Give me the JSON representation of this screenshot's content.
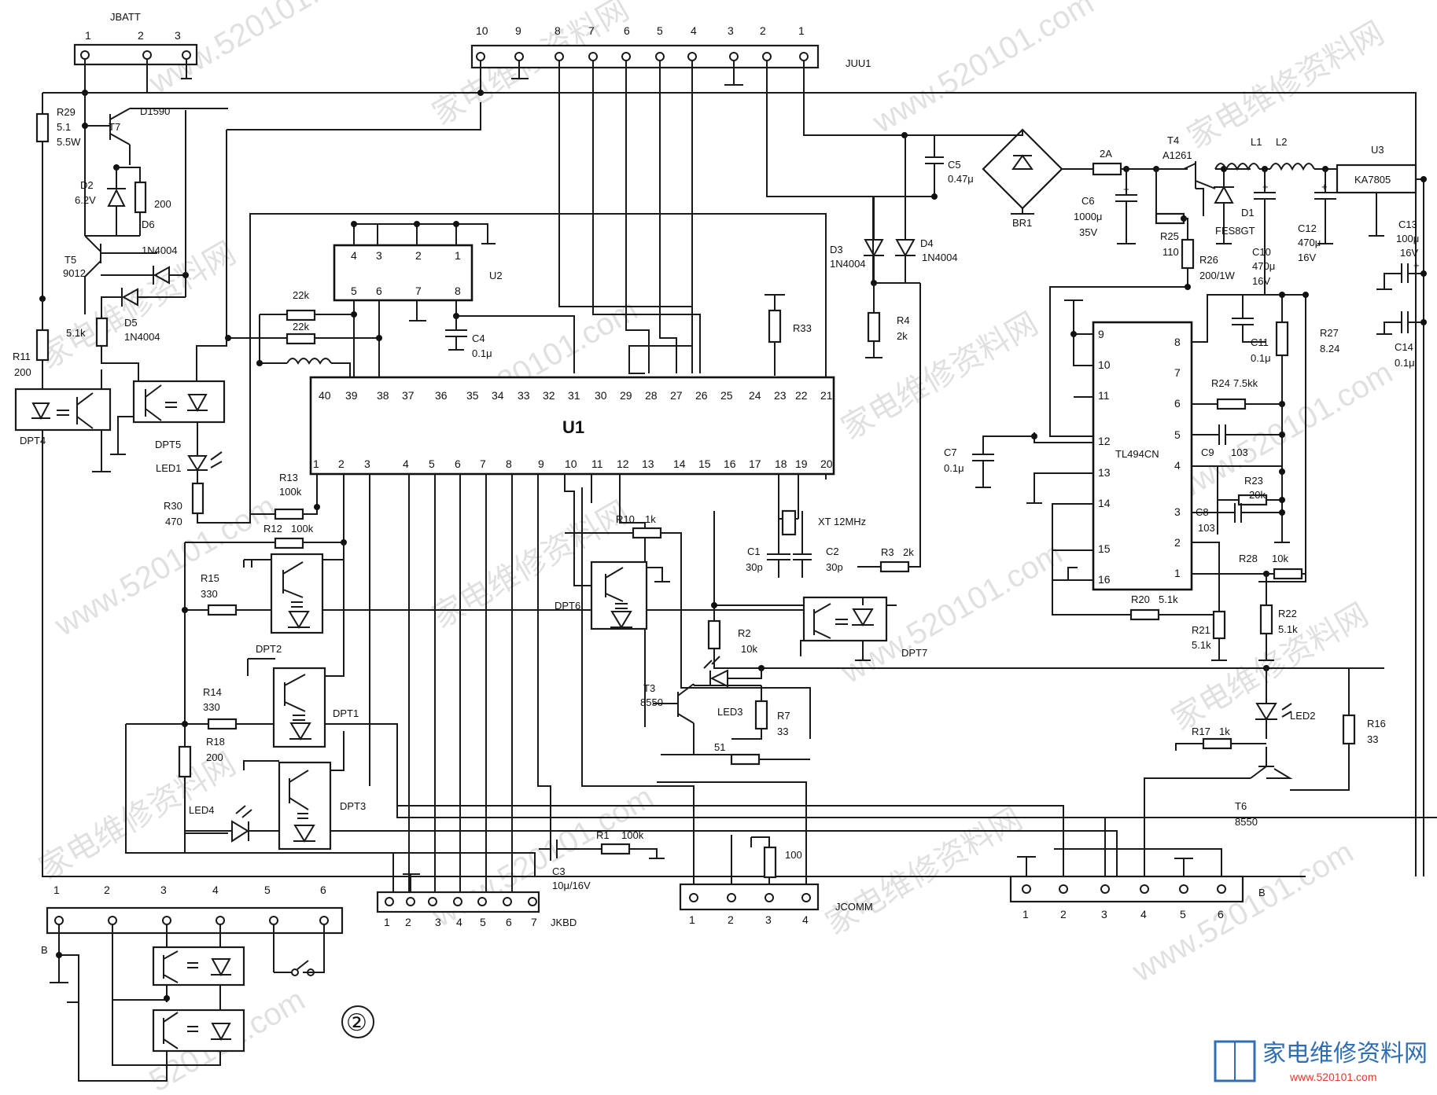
{
  "watermarks": {
    "cn": "家电维修资料网",
    "url": "www.520101.com",
    "url_short": "520101.com"
  },
  "logo": {
    "text": "家电维修资料网",
    "url": "www.520101.com"
  },
  "figure_number": "②",
  "chips": {
    "u1": {
      "name": "U1"
    },
    "u2": {
      "name": "U2"
    },
    "tl494": {
      "name": "TL494CN"
    },
    "u3": {
      "name": "U3",
      "part": "KA7805"
    }
  },
  "connectors": {
    "jbatt": {
      "name": "JBATT",
      "pins": [
        "1",
        "2",
        "3"
      ]
    },
    "juu1": {
      "name": "JUU1",
      "pins": [
        "10",
        "9",
        "8",
        "7",
        "6",
        "5",
        "4",
        "3",
        "2",
        "1"
      ]
    },
    "jkbd": {
      "name": "JKBD",
      "pins": [
        "1",
        "2",
        "3",
        "4",
        "5",
        "6",
        "7"
      ]
    },
    "jcomm": {
      "name": "JCOMM",
      "pins": [
        "1",
        "2",
        "3",
        "4"
      ]
    },
    "b_right": {
      "name": "B",
      "pins": [
        "1",
        "2",
        "3",
        "4",
        "5",
        "6"
      ]
    },
    "b_left": {
      "name": "B",
      "pins": [
        "1",
        "2",
        "3",
        "4",
        "5",
        "6"
      ]
    }
  },
  "u1_pins_top": [
    "40",
    "39",
    "38",
    "37",
    "36",
    "35",
    "34",
    "33",
    "32",
    "31",
    "30",
    "29",
    "28",
    "27",
    "26",
    "25",
    "24",
    "23",
    "22",
    "21"
  ],
  "u1_pins_bottom": [
    "1",
    "2",
    "3",
    "4",
    "5",
    "6",
    "7",
    "8",
    "9",
    "10",
    "11",
    "12",
    "13",
    "14",
    "15",
    "16",
    "17",
    "18",
    "19",
    "20"
  ],
  "u2_pins_top": [
    "4",
    "3",
    "2",
    "1"
  ],
  "u2_pins_bottom": [
    "5",
    "6",
    "7",
    "8"
  ],
  "tl494_pins_left": [
    "9",
    "10",
    "11",
    "12",
    "13",
    "14",
    "15",
    "16"
  ],
  "tl494_pins_right": [
    "8",
    "7",
    "6",
    "5",
    "4",
    "3",
    "2",
    "1"
  ],
  "components": {
    "r29": "R29",
    "r29v": "5.1",
    "r29p": "5.5W",
    "t7": "T7",
    "t7p": "D1590",
    "d2": "D2",
    "d2v": "6.2V",
    "r200a": "200",
    "d6": "D6",
    "d6p": "1N4004",
    "t5": "T5",
    "t5p": "9012",
    "d5": "D5",
    "d5p": "1N4004",
    "r51k": "5.1k",
    "r11": "R11",
    "r11v": "200",
    "dpt4": "DPT4",
    "dpt5": "DPT5",
    "led1": "LED1",
    "r30": "R30",
    "r30v": "470",
    "r22k_1": "22k",
    "r22k_2": "22k",
    "r13": "R13",
    "r13v": "100k",
    "r12": "R12",
    "r12v": "100k",
    "r15": "R15",
    "r15v": "330",
    "dpt2": "DPT2",
    "r14": "R14",
    "r14v": "330",
    "dpt1": "DPT1",
    "r18": "R18",
    "r18v": "200",
    "led4": "LED4",
    "dpt3": "DPT3",
    "c3": "C3",
    "c3v": "10μ/16V",
    "r1": "R1",
    "r1v": "100k",
    "r100": "100",
    "c4": "C4",
    "c4v": "0.1μ",
    "r33": "R33",
    "xt": "XT",
    "xtv": "12MHz",
    "c1": "C1",
    "c1v": "30p",
    "c2": "C2",
    "c2v": "30p",
    "r3": "R3",
    "r3v": "2k",
    "dpt6": "DPT6",
    "r10": "R10",
    "r10v": "1k",
    "r2": "R2",
    "r2v": "10k",
    "dpt7": "DPT7",
    "t3": "T3",
    "t3p": "8550",
    "led3": "LED3",
    "r7": "R7",
    "r7v": "33",
    "r51": "51",
    "c5": "C5",
    "c5v": "0.47μ",
    "d3": "D3",
    "d3p": "1N4004",
    "d4": "D4",
    "d4p": "1N4004",
    "r4": "R4",
    "r4v": "2k",
    "br1": "BR1",
    "fuse": "2A",
    "c6": "C6",
    "c6v": "1000μ",
    "c6vv": "35V",
    "t4": "T4",
    "t4p": "A1261",
    "r25": "R25",
    "r25v": "110",
    "r26": "R26",
    "r26v": "200/1W",
    "d1": "D1",
    "d1p": "FES8GT",
    "l1": "L1",
    "l2": "L2",
    "c10": "C10",
    "c10v": "470μ",
    "c10vv": "16V",
    "c12": "C12",
    "c12v": "470μ",
    "c12vv": "16V",
    "c13": "C13",
    "c13v": "100μ",
    "c13vv": "16V",
    "c14": "C14",
    "c14v": "0.1μ",
    "c11": "C11",
    "c11v": "0.1μ",
    "r27": "R27",
    "r27v": "8.24",
    "r24": "R24",
    "r24v": "7.5kk",
    "c9": "C9",
    "c9v": "103",
    "r23": "R23",
    "r23v": "20k",
    "c8": "C8",
    "c8v": "103",
    "c7": "C7",
    "c7v": "0.1μ",
    "r28": "R28",
    "r28v": "10k",
    "r20": "R20",
    "r20v": "5.1k",
    "r21": "R21",
    "r21v": "5.1k",
    "r22": "R22",
    "r22v": "5.1k",
    "led2": "LED2",
    "r17": "R17",
    "r17v": "1k",
    "r16": "R16",
    "r16v": "33",
    "t6": "T6",
    "t6p": "8550"
  }
}
